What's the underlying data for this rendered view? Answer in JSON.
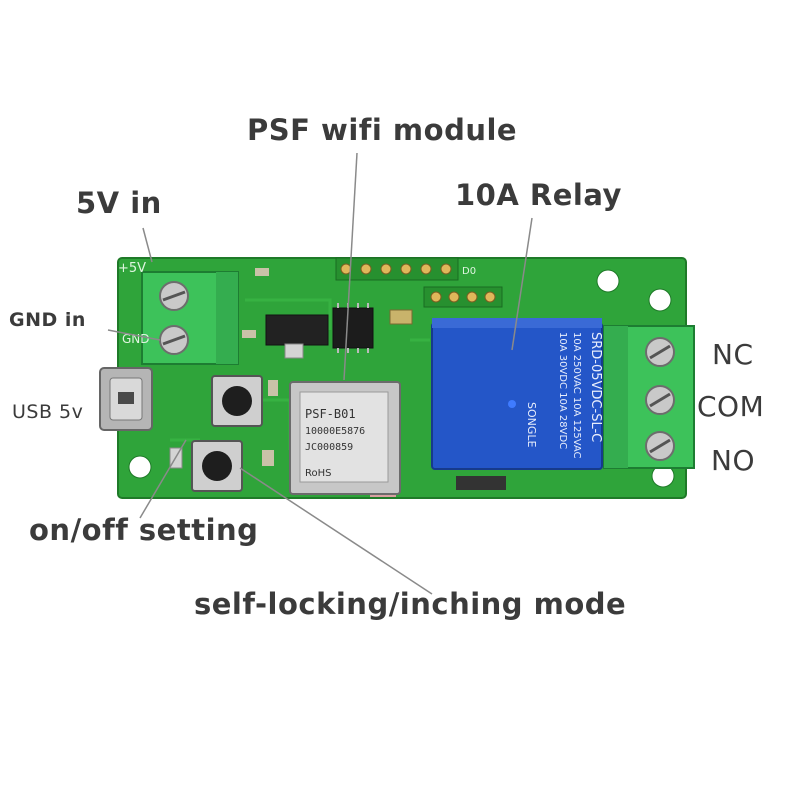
{
  "callouts": {
    "wifi_module": "PSF wifi module",
    "power_in": "5V in",
    "relay": "10A Relay",
    "gnd_in": "GND in",
    "usb": "USB 5v",
    "on_off": "on/off setting",
    "mode": "self-locking/inching mode",
    "nc": "NC",
    "com": "COM",
    "no": "NO"
  },
  "board_silkscreen": {
    "plus_5v": "+5V",
    "gnd": "GND",
    "d0": "D0"
  },
  "module": {
    "line1": "PSF-B01",
    "line2": "10000E5876",
    "line3": "JC000859",
    "rohs": "RoHS"
  },
  "relay_body": {
    "model": "SRD-05VDC-SL-C",
    "rating1": "10A 250VAC  10A 125VAC",
    "rating2": "10A 30VDC  10A 28VDC",
    "brand": "SONGLE"
  },
  "colors": {
    "pcb": "#2fa43a",
    "pcb_dark": "#23862c",
    "terminal": "#3dc25a",
    "relay": "#2456c8",
    "text": "#3b3b3b"
  }
}
